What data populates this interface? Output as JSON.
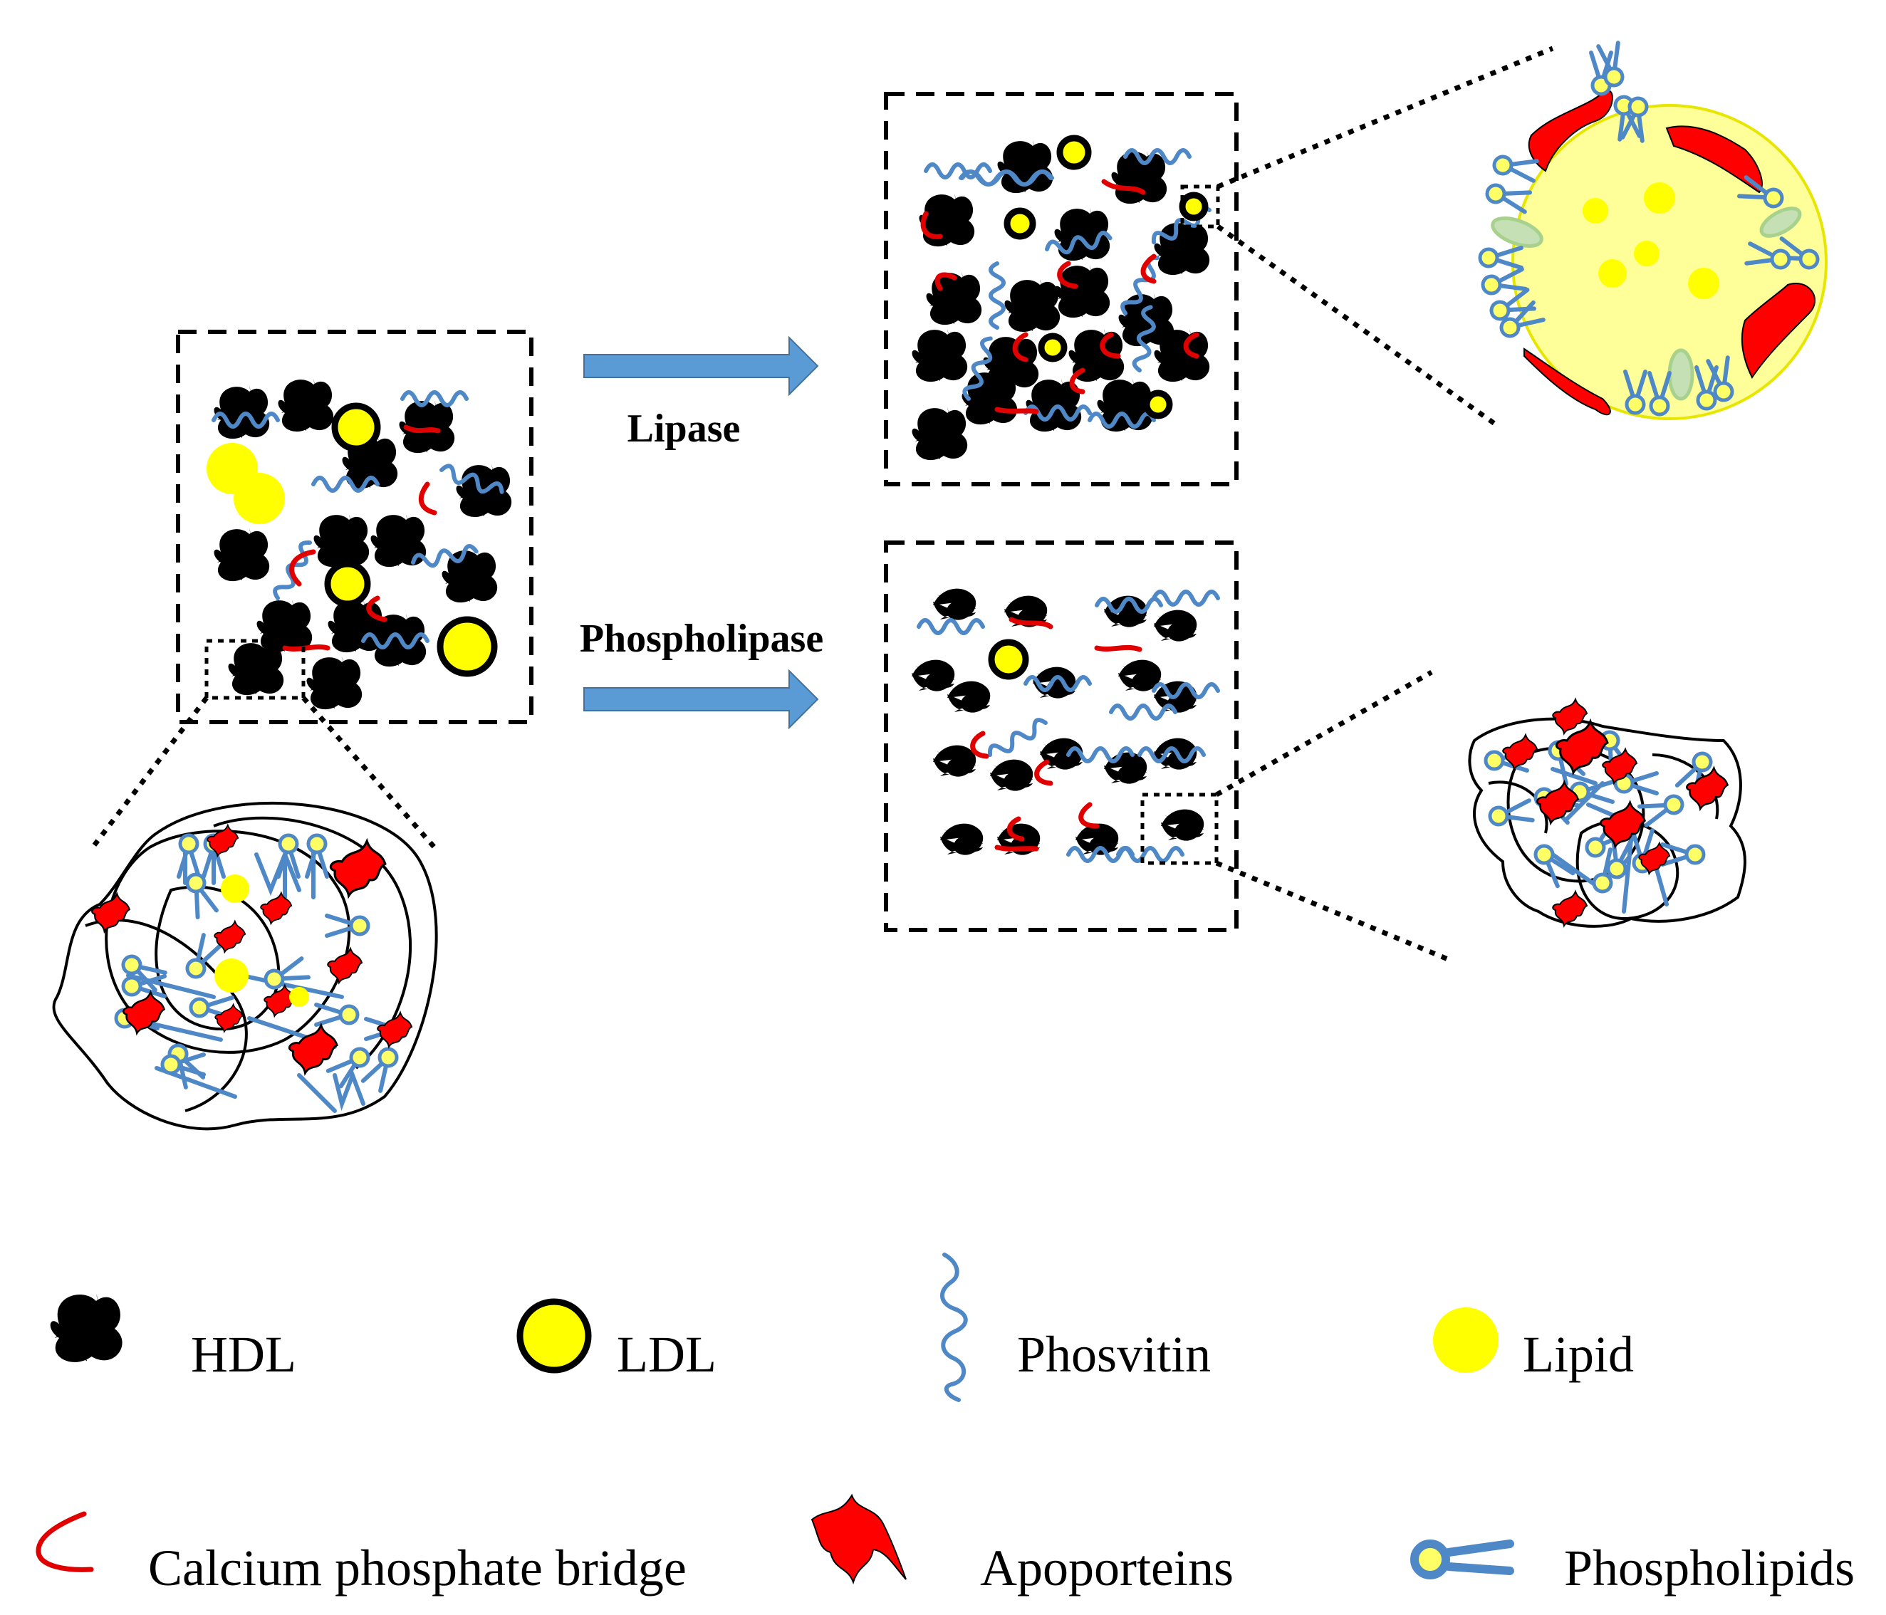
{
  "process": {
    "lipase_label": "Lipase",
    "phospholipase_label": "Phospholipase"
  },
  "legend": {
    "hdl": "HDL",
    "ldl": "LDL",
    "phosvitin": "Phosvitin",
    "lipid": "Lipid",
    "calcium_bridge": "Calcium phosphate bridge",
    "apoproteins": "Apoporteins",
    "phospholipids": "Phospholipids"
  },
  "colors": {
    "lipid_yellow": "#ffff00",
    "phosvitin_blue": "#4f88c6",
    "bridge_red": "#e00000",
    "apoprotein_red": "#ff0000",
    "arrow_blue": "#5b9bd5",
    "ldl_core": "#ffff99",
    "ldl_protein_green": "#a9d18e"
  },
  "icons": [
    "hdl-icon",
    "ldl-icon",
    "phosvitin-icon",
    "lipid-icon",
    "calcium-bridge-icon",
    "apoprotein-icon",
    "phospholipid-icon"
  ]
}
